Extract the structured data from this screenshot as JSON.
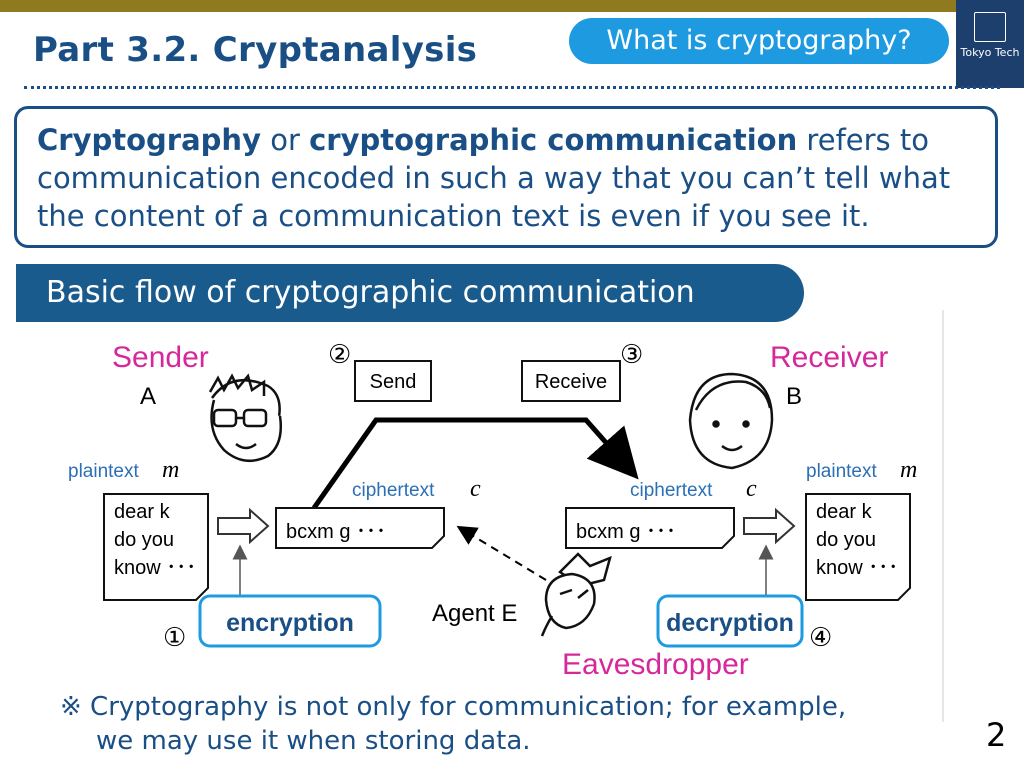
{
  "header": {
    "title": "Part 3.2.  Cryptanalysis",
    "topic_pill": "What is cryptography?",
    "logo_text": "Tokyo Tech"
  },
  "definition": {
    "term1": "Cryptography",
    "connector": " or ",
    "term2": "cryptographic communication",
    "rest": " refers to communication encoded in such a way that you can’t tell what the content of a communication text is even if you see it."
  },
  "section_heading": "Basic flow of cryptographic communication",
  "diagram": {
    "sender_label": "Sender",
    "sender_id": "A",
    "receiver_label": "Receiver",
    "receiver_id": "B",
    "step2": "②",
    "step3": "③",
    "step1": "①",
    "step4": "④",
    "send_label": "Send",
    "receive_label": "Receive",
    "plaintext_label": "plaintext",
    "plaintext_symbol": "m",
    "ciphertext_label": "ciphertext",
    "ciphertext_symbol": "c",
    "plaintext_lines": [
      "dear k",
      "do you",
      "know ･･･"
    ],
    "ciphertext_text": "bcxm g ･･･",
    "encryption_label": "encryption",
    "decryption_label": "decryption",
    "agent_label": "Agent E",
    "eavesdropper_label": "Eavesdropper",
    "colors": {
      "magenta": "#d6279b",
      "navy": "#1a4f86",
      "blue": "#2b6fb5"
    }
  },
  "note": {
    "line1": "※ Cryptography is not only for communication; for example,",
    "line2": "we may use it when storing data."
  },
  "page_number": "2"
}
